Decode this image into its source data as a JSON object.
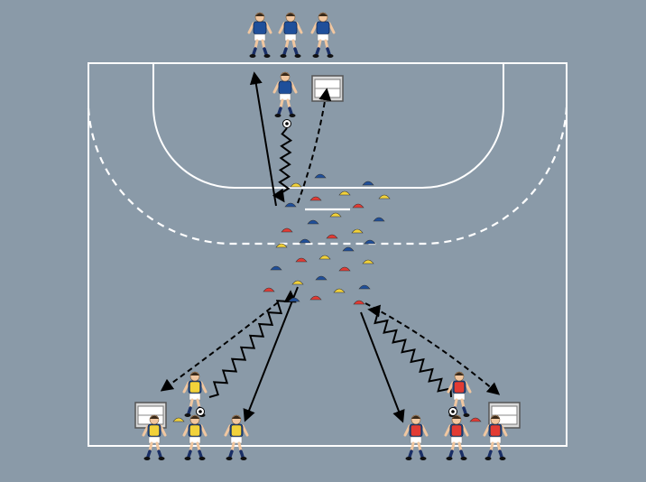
{
  "diagram": {
    "colors": {
      "court_background": "#8a9aa8",
      "lines": "#ffffff",
      "arrows": "#000000",
      "team_blue_jersey": "#1f4f9a",
      "team_yellow_bib": "#f2d23a",
      "team_red_bib": "#e23b34",
      "cone_blue": "#1f4f9a",
      "cone_yellow": "#f2d23a",
      "cone_red": "#e23b34",
      "goal_box": "#d9d9d9"
    },
    "court": {
      "elements": [
        "court-boundary",
        "goal-area-line",
        "free-throw-line",
        "center-line",
        "seven-meter-mark"
      ]
    },
    "groups": [
      {
        "name": "blue-goalkeepers-group",
        "team": "blue",
        "count": 3
      },
      {
        "name": "yellow-team-group",
        "team": "yellow",
        "count": 3
      },
      {
        "name": "red-team-group",
        "team": "red",
        "count": 3
      }
    ],
    "icons": [
      "player-icon",
      "ball-icon",
      "cone-icon",
      "goal-box-icon",
      "arrow-icon"
    ],
    "movements": [
      {
        "name": "blue-dribble",
        "type": "dribble"
      },
      {
        "name": "blue-run",
        "type": "run"
      },
      {
        "name": "blue-pass",
        "type": "pass"
      },
      {
        "name": "yellow-dribble",
        "type": "dribble"
      },
      {
        "name": "yellow-run",
        "type": "run"
      },
      {
        "name": "yellow-pass",
        "type": "pass"
      },
      {
        "name": "red-dribble",
        "type": "dribble"
      },
      {
        "name": "red-run",
        "type": "run"
      },
      {
        "name": "red-pass",
        "type": "pass"
      }
    ]
  }
}
